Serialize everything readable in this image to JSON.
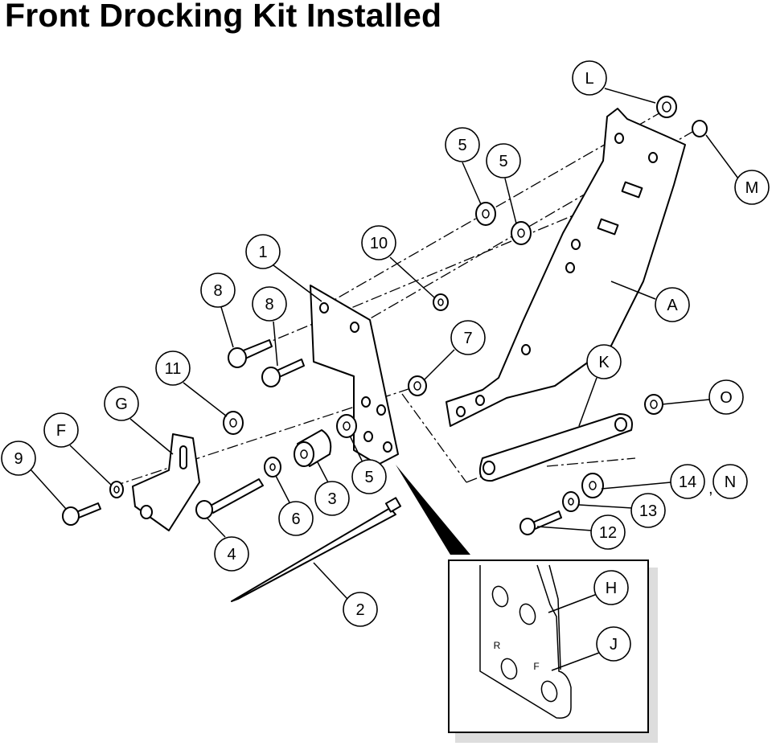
{
  "title": "Front Drocking Kit Installed",
  "callouts": [
    "L",
    "5",
    "5",
    "M",
    "1",
    "10",
    "8",
    "8",
    "A",
    "7",
    "11",
    "K",
    "G",
    "O",
    "F",
    "9",
    "3",
    "6",
    "5",
    "4",
    "14",
    "N",
    "13",
    "12",
    "2",
    "H",
    "J"
  ],
  "separator": ",",
  "inset_marks": {
    "rear": "R",
    "front": "F"
  }
}
